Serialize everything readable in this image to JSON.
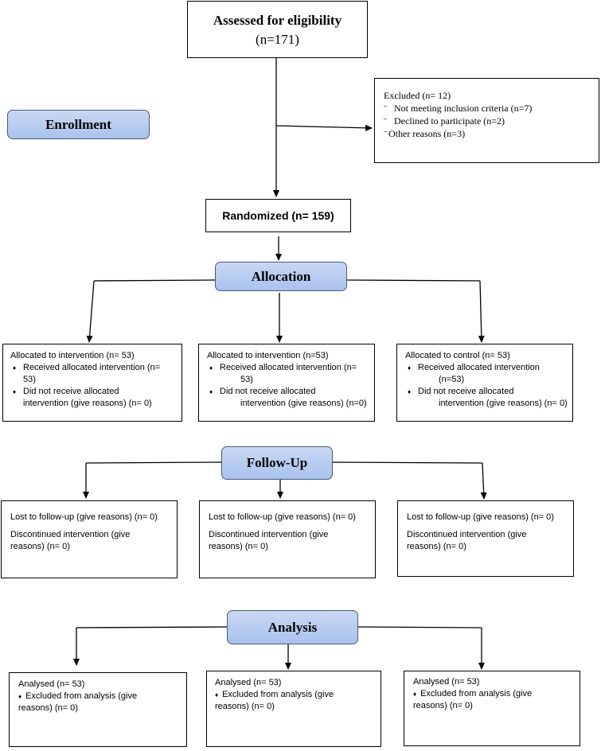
{
  "eligibility": {
    "title": "Assessed for eligibility",
    "count": "(n=171)"
  },
  "excluded": {
    "title": "Excluded (n= 12)",
    "items": [
      {
        "bullet": "¨",
        "text": "Not meeting inclusion criteria (n=7)"
      },
      {
        "bullet": "¨",
        "text": "Declined to participate (n=2)"
      },
      {
        "bullet": "¨",
        "text": "Other reasons (n=3)"
      }
    ]
  },
  "stages": {
    "enrollment": "Enrollment",
    "allocation": "Allocation",
    "follow_up": "Follow-Up",
    "analysis": "Analysis"
  },
  "randomized": "Randomized (n= 159)",
  "allocation_boxes": [
    {
      "title": "Allocated to intervention (n= 53)",
      "received": "Received allocated intervention (n=",
      "received_cont": "53)",
      "not_received": "Did not receive allocated",
      "not_received_cont": "intervention (give reasons) (n= 0)"
    },
    {
      "title": "Allocated to intervention (n=53)",
      "received": "Received allocated intervention (n=",
      "received_cont": "53)",
      "not_received": "Did not receive allocated",
      "not_received_cont": "intervention (give reasons) (n=0)"
    },
    {
      "title": "Allocated to control (n= 53)",
      "received": "Received allocated intervention",
      "received_cont": "(n=53)",
      "not_received": "Did not receive allocated",
      "not_received_cont": "intervention (give reasons) (n= 0)"
    }
  ],
  "followup_boxes": [
    {
      "lost": "Lost to follow-up (give reasons) (n= 0)",
      "disc1": "Discontinued intervention (give",
      "disc2": "reasons) (n= 0)"
    },
    {
      "lost": "Lost to follow-up (give reasons) (n= 0)",
      "disc1": "Discontinued intervention (give",
      "disc2": "reasons) (n= 0)"
    },
    {
      "lost": "Lost to follow-up (give reasons) (n= 0)",
      "disc1": "Discontinued intervention (give",
      "disc2": "reasons) (n= 0)"
    }
  ],
  "analysis_boxes": [
    {
      "analysed": "Analysed (n= 53)",
      "excl1": "Excluded from analysis (give",
      "excl2": "reasons) (n= 0)"
    },
    {
      "analysed": "Analysed (n= 53)",
      "excl1": "Excluded from analysis (give",
      "excl2": "reasons) (n= 0)"
    },
    {
      "analysed": "Analysed (n= 53)",
      "excl1": "Excluded from analysis (give",
      "excl2": "reasons) (n= 0)"
    }
  ],
  "bullet_glyph": "♦",
  "colors": {
    "stage_fill": "#a9c2ee",
    "stage_border": "#4a5a78",
    "line": "#000000"
  }
}
